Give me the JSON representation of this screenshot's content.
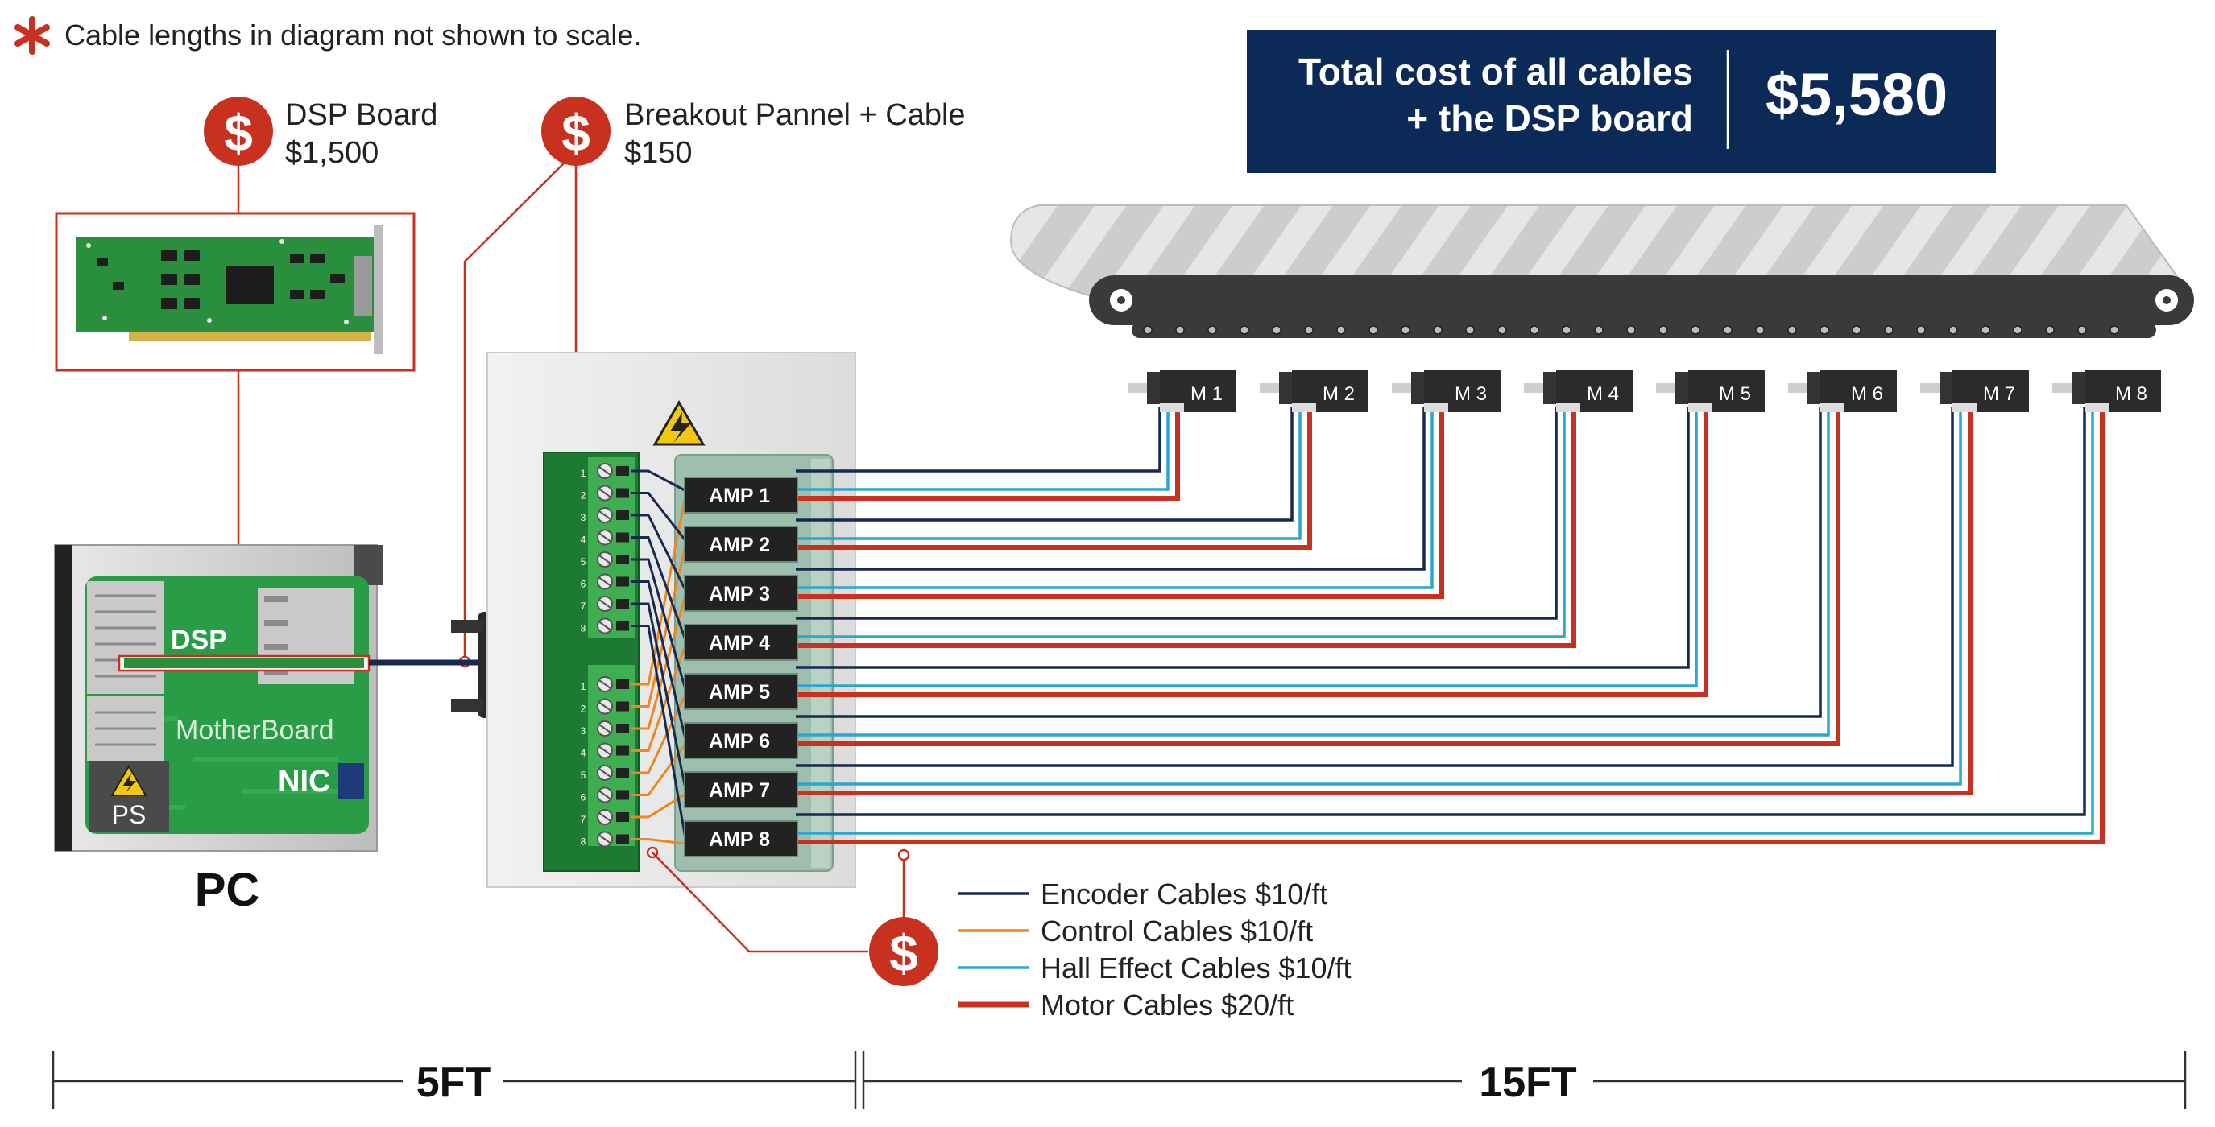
{
  "note": "Cable lengths in diagram not shown to scale.",
  "total": {
    "label_line1": "Total cost of all cables",
    "label_line2": "+ the DSP board",
    "value": "$5,580"
  },
  "callouts": {
    "dollar_symbol": "$",
    "dsp_board": {
      "name": "DSP Board",
      "price": "$1,500"
    },
    "breakout": {
      "name": "Breakout Pannel + Cable",
      "price": "$150"
    }
  },
  "pc": {
    "title": "PC",
    "dsp_label": "DSP",
    "motherboard_label": "MotherBoard",
    "nic_label": "NIC",
    "ps_label": "PS"
  },
  "terminal_numbers": [
    "1",
    "2",
    "3",
    "4",
    "5",
    "6",
    "7",
    "8"
  ],
  "amps": [
    "AMP 1",
    "AMP 2",
    "AMP 3",
    "AMP 4",
    "AMP 5",
    "AMP 6",
    "AMP 7",
    "AMP 8"
  ],
  "motors": [
    "M 1",
    "M 2",
    "M 3",
    "M 4",
    "M 5",
    "M 6",
    "M 7",
    "M 8"
  ],
  "legend": [
    {
      "label": "Encoder Cables $10/ft",
      "color": "#17294f"
    },
    {
      "label": "Control Cables  $10/ft",
      "color": "#f0861f"
    },
    {
      "label": "Hall Effect Cables $10/ft",
      "color": "#2aa7cf"
    },
    {
      "label": "Motor Cables $20/ft",
      "color": "#c8301f"
    }
  ],
  "scale": {
    "left_length": "5FT",
    "right_length": "15FT"
  },
  "colors": {
    "accent_red": "#c8301f",
    "navy": "#0c2a57",
    "pcb_green": "#2a8f3c",
    "terminal_green": "#1c7a32"
  }
}
